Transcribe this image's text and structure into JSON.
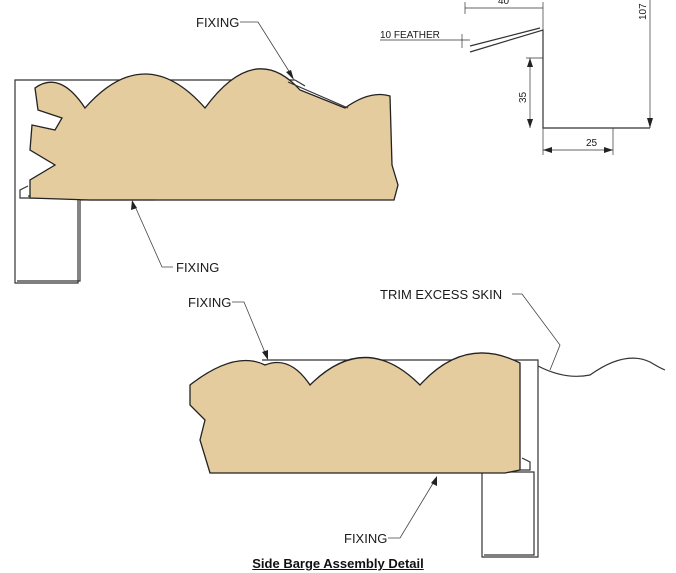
{
  "labels": {
    "fixing_top": "FIXING",
    "fixing_under_top": "FIXING",
    "fixing_bottom_left": "FIXING",
    "fixing_under_bottom": "FIXING",
    "trim_excess": "TRIM EXCESS SKIN",
    "feather": "10 FEATHER"
  },
  "dimensions": {
    "top_width": "40",
    "overall_height": "107",
    "leg_height": "35",
    "base_width": "25"
  },
  "caption": "Side Barge Assembly Detail",
  "colors": {
    "panel_fill": "#e4cc9e",
    "line": "#222222"
  }
}
